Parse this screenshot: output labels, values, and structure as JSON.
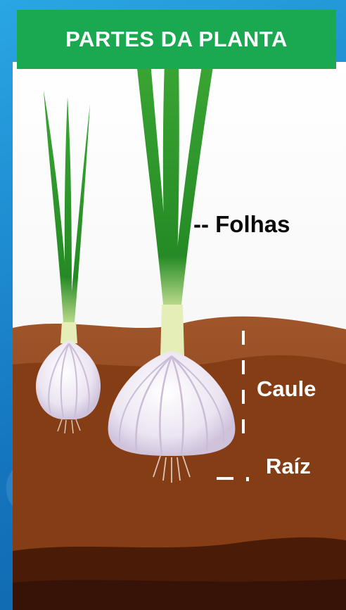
{
  "title": "PARTES DA PLANTA",
  "labels": {
    "leaves": "-- Folhas",
    "stem": "Caule",
    "root": "Raíz"
  },
  "icons": [
    "garlic-plant-small-icon",
    "garlic-plant-large-icon"
  ],
  "colors": {
    "banner": "#1aa850",
    "background": "#1a8fd1",
    "soil": "#7a3a12",
    "leaf": "#2e9a2a",
    "bulb": "#ece6f2"
  }
}
